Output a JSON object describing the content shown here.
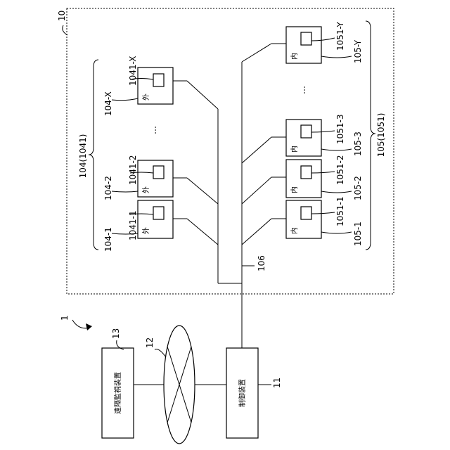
{
  "labels": {
    "system": "1",
    "controller": "11",
    "network": "12",
    "remote_monitor": "13",
    "facility": "10",
    "bus": "106",
    "group_104": "104(1041)",
    "group_105": "105(1051)",
    "controller_name": "制御装置",
    "remote_monitor_name": "遠隔監視装置",
    "outer_mark": "外",
    "inner_mark": "内",
    "ellipsis": "…"
  },
  "outer_units": [
    {
      "unit": "104-1",
      "module": "1041-1"
    },
    {
      "unit": "104-2",
      "module": "1041-2"
    },
    {
      "unit": "104-X",
      "module": "1041-X"
    }
  ],
  "inner_units": [
    {
      "unit": "105-1",
      "module": "1051-1"
    },
    {
      "unit": "105-2",
      "module": "1051-2"
    },
    {
      "unit": "105-3",
      "module": "1051-3"
    },
    {
      "unit": "105-Y",
      "module": "1051-Y"
    }
  ]
}
